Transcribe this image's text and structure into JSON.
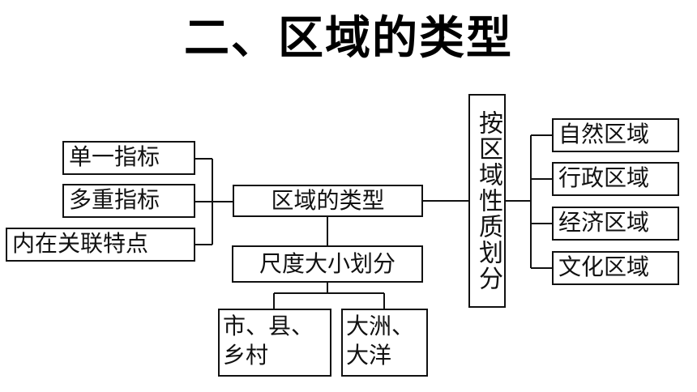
{
  "title": "二、区域的类型",
  "center_node": "区域的类型",
  "left_branch": [
    "单一指标",
    "多重指标",
    "内在关联特点"
  ],
  "scale_node": "尺度大小划分",
  "scale_children": [
    {
      "line1": "市、县、",
      "line2": "乡村"
    },
    {
      "line1": "大洲、",
      "line2": "大洋"
    }
  ],
  "property_node": "按区域性质划分",
  "right_branch": [
    "自然区域",
    "行政区域",
    "经济区域",
    "文化区域"
  ]
}
